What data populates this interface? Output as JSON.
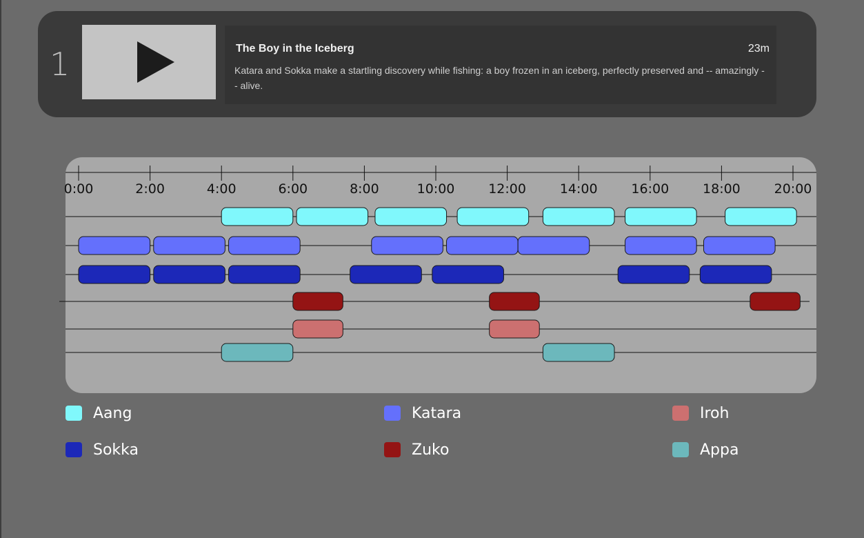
{
  "episode": {
    "number": "1",
    "title": "The Boy in the Iceberg",
    "duration": "23m",
    "description": "Katara and Sokka make a startling discovery while fishing: a boy frozen in an iceberg, perfectly preserved and -- amazingly -- alive.",
    "play_icon": "play-icon"
  },
  "timeline": {
    "ticks": [
      "0:00",
      "2:00",
      "4:00",
      "6:00",
      "8:00",
      "10:00",
      "12:00",
      "14:00",
      "16:00",
      "18:00",
      "20:00"
    ],
    "tracks": [
      {
        "character": "Aang",
        "color": "#80f8fc",
        "segments": [
          [
            4.0,
            6.0
          ],
          [
            6.1,
            8.1
          ],
          [
            8.3,
            10.3
          ],
          [
            10.6,
            12.6
          ],
          [
            13.0,
            15.0
          ],
          [
            15.3,
            17.3
          ],
          [
            18.1,
            20.1
          ]
        ]
      },
      {
        "character": "Katara",
        "color": "#6470fc",
        "segments": [
          [
            0.0,
            2.0
          ],
          [
            2.1,
            4.1
          ],
          [
            4.2,
            6.2
          ],
          [
            8.2,
            10.2
          ],
          [
            10.3,
            12.3
          ],
          [
            12.3,
            14.3
          ],
          [
            15.3,
            17.3
          ],
          [
            17.5,
            19.5
          ]
        ]
      },
      {
        "character": "Sokka",
        "color": "#1c28b8",
        "segments": [
          [
            0.0,
            2.0
          ],
          [
            2.1,
            4.1
          ],
          [
            4.2,
            6.2
          ],
          [
            7.6,
            9.6
          ],
          [
            9.9,
            11.9
          ],
          [
            15.1,
            17.1
          ],
          [
            17.4,
            19.4
          ]
        ]
      },
      {
        "character": "Zuko",
        "color": "#941414",
        "segments": [
          [
            6.0,
            7.4
          ],
          [
            11.5,
            12.9
          ],
          [
            18.8,
            20.2
          ]
        ]
      },
      {
        "character": "Iroh",
        "color": "#cc7070",
        "segments": [
          [
            6.0,
            7.4
          ],
          [
            11.5,
            12.9
          ]
        ]
      },
      {
        "character": "Appa",
        "color": "#6cb8bc",
        "segments": [
          [
            4.0,
            6.0
          ],
          [
            13.0,
            15.0
          ]
        ]
      }
    ]
  },
  "legend": [
    {
      "label": "Aang",
      "color": "#80f8fc"
    },
    {
      "label": "Katara",
      "color": "#6470fc"
    },
    {
      "label": "Iroh",
      "color": "#cc7070"
    },
    {
      "label": "Sokka",
      "color": "#1c28b8"
    },
    {
      "label": "Zuko",
      "color": "#941414"
    },
    {
      "label": "Appa",
      "color": "#6cb8bc"
    }
  ]
}
